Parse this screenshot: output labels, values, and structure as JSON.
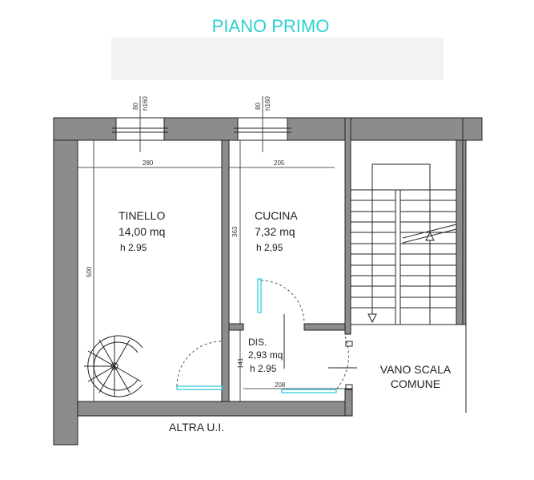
{
  "title": "PIANO PRIMO",
  "colors": {
    "title": "#2fd0d0",
    "wall_fill": "#8c8c8c",
    "wall_stroke": "#222222",
    "door_cyan": "#22c8dd",
    "banner": "#f2f2f2"
  },
  "rooms": {
    "tinello": {
      "name": "TINELLO",
      "area": "14,00 mq",
      "height": "h 2.95"
    },
    "cucina": {
      "name": "CUCINA",
      "area": "7,32 mq",
      "height": "h 2,95"
    },
    "dis": {
      "name": "DIS.",
      "area": "2,93 mq",
      "height": "h 2.95"
    },
    "vano_scala": {
      "line1": "VANO SCALA",
      "line2": "COMUNE"
    },
    "altra": "ALTRA U.I."
  },
  "windows": {
    "left": {
      "width": "80",
      "height": "h160"
    },
    "right": {
      "width": "80",
      "height": "h160"
    }
  },
  "dimensions": {
    "tinello_width": "280",
    "cucina_width": "205",
    "tinello_depth": "500",
    "cucina_depth": "363",
    "dis_width": "208",
    "dis_depth": "141"
  },
  "icons": {
    "spiral_stair": "spiral-staircase-icon",
    "stair": "straight-staircase-icon"
  }
}
